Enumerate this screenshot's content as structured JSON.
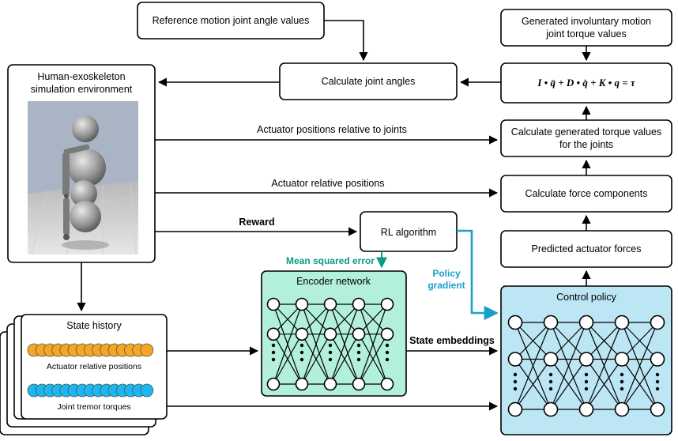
{
  "boxes": {
    "reference": "Reference motion joint angle values",
    "generated_involuntary_1": "Generated involuntary motion",
    "generated_involuntary_2": "joint torque values",
    "calc_joint_angles": "Calculate joint angles",
    "equation": "I • q̈ + D • q̇ + K • q = τ",
    "human_exo_1": "Human-exoskeleton",
    "human_exo_2": "simulation environment",
    "calc_torque_1": "Calculate generated torque values",
    "calc_torque_2": "for the joints",
    "calc_force": "Calculate force components",
    "rl": "RL algorithm",
    "predicted_forces": "Predicted actuator forces",
    "encoder": "Encoder network",
    "control_policy": "Control policy",
    "state_history": "State history",
    "actuator_rel_pos": "Actuator relative positions",
    "joint_tremor": "Joint tremor torques"
  },
  "edge_labels": {
    "actuator_positions_joints": "Actuator positions relative to joints",
    "actuator_relative_positions": "Actuator relative positions",
    "reward": "Reward",
    "mse": "Mean squared error",
    "policy_gradient_1": "Policy",
    "policy_gradient_2": "gradient",
    "state_embeddings": "State embeddings"
  },
  "colors": {
    "encoder_fill": "#b3f0d9",
    "control_fill": "#bce6f3",
    "orange": "#f5a623",
    "blue": "#1ab8f0",
    "teal": "#0a9a86",
    "cyan": "#1aa0c8"
  }
}
